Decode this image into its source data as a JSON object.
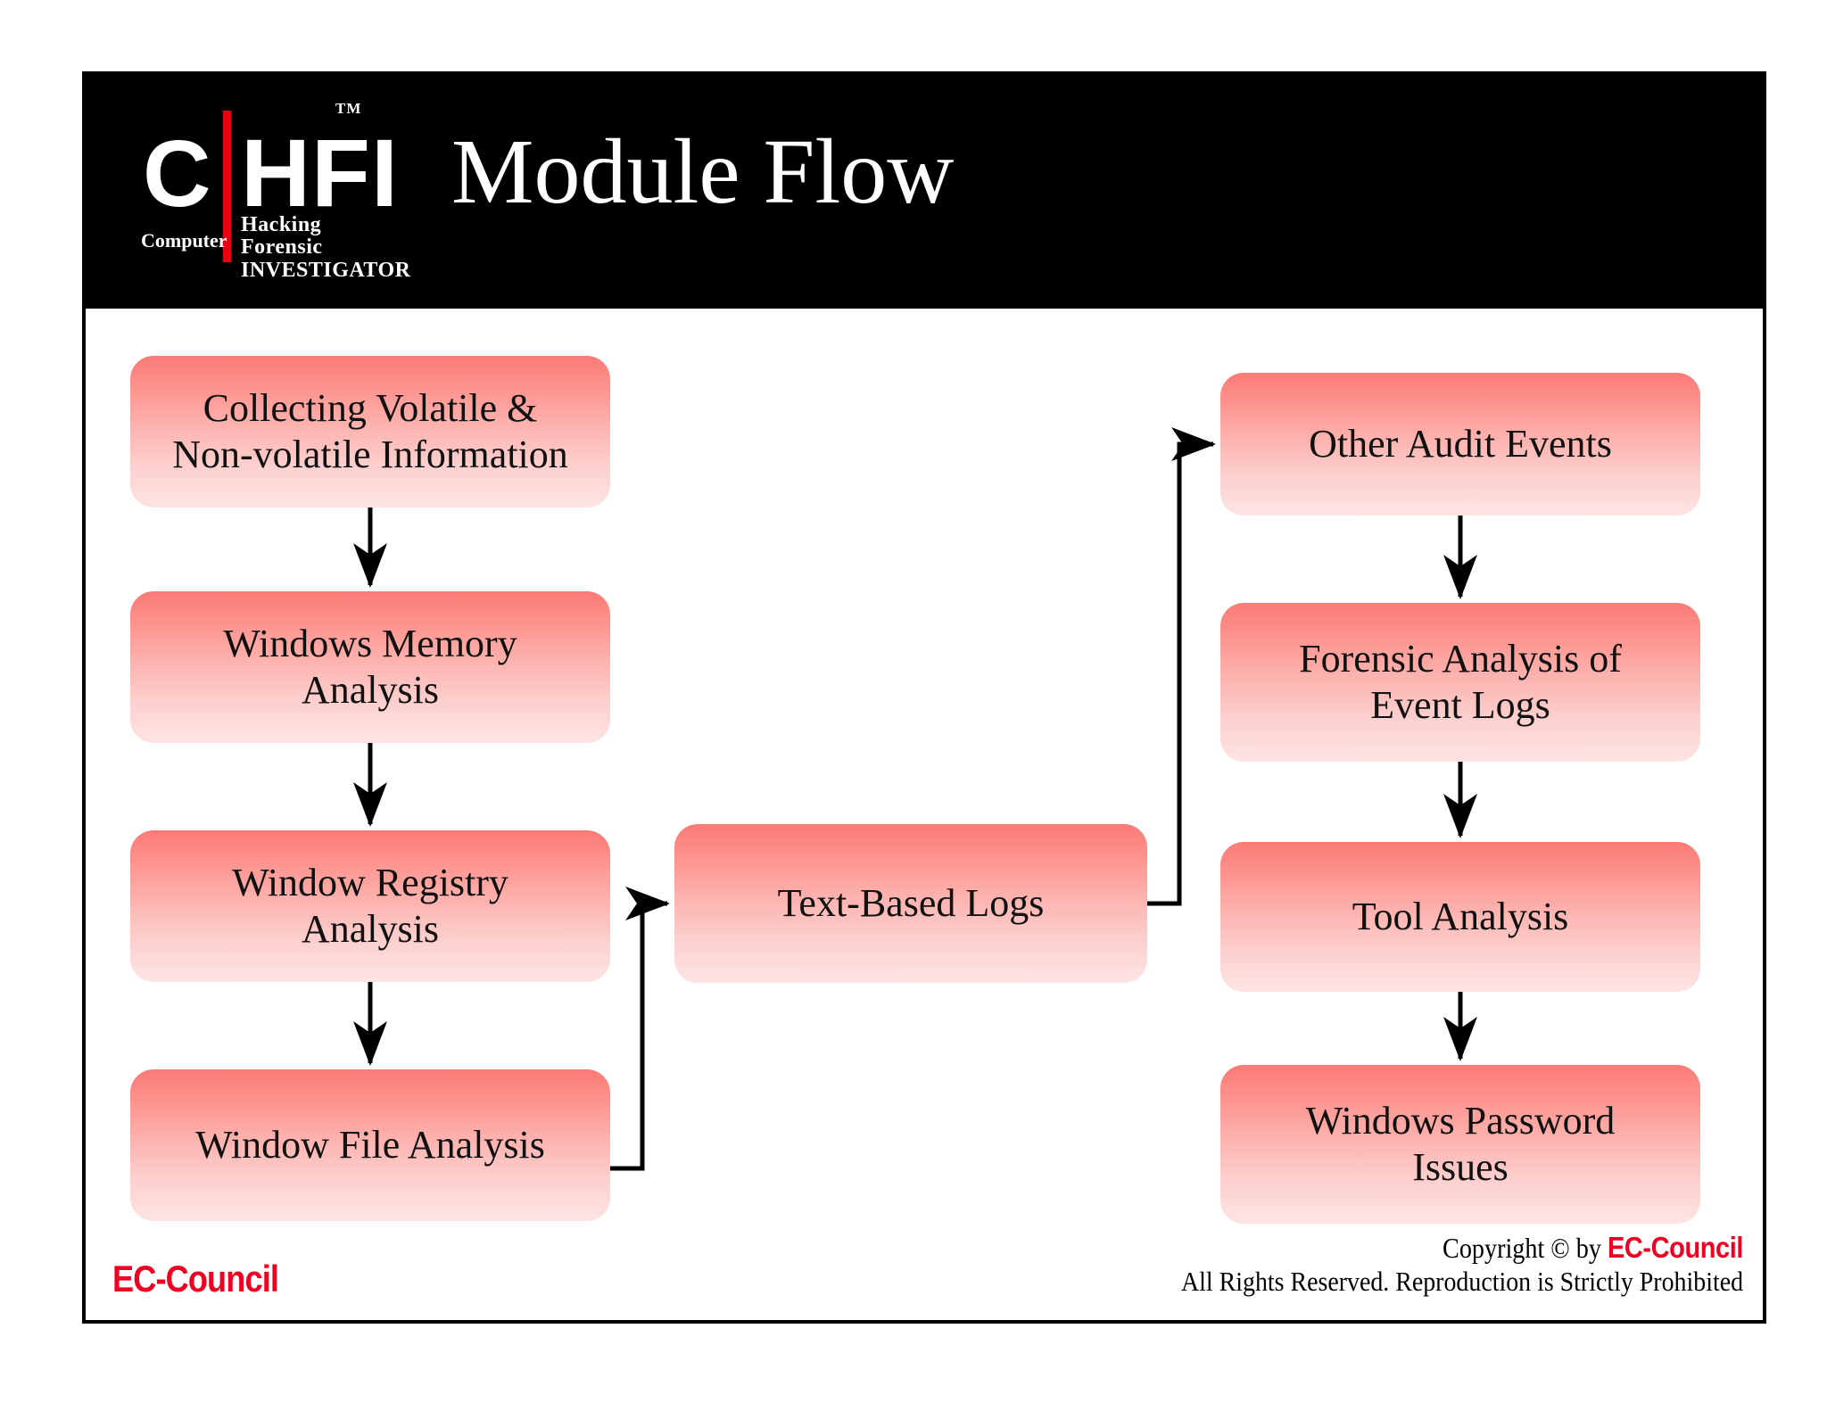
{
  "slide": {
    "title": "Module Flow",
    "background": "#ffffff",
    "header_background": "#000000",
    "accent_red": "#e60012",
    "node_gradient_top": "#fb7a75",
    "node_gradient_bottom": "#fde5e4"
  },
  "logo": {
    "letter_c": "C",
    "letters_hfi": "HFI",
    "trademark": "TM",
    "computer": "Computer",
    "hacking_forensic": "Hacking  Forensic",
    "investigator": "INVESTIGATOR"
  },
  "flow": {
    "nodes": [
      {
        "id": "collect",
        "label": "Collecting Volatile  &\nNon-volatile Information"
      },
      {
        "id": "memory",
        "label": "Windows Memory\nAnalysis"
      },
      {
        "id": "registry",
        "label": "Window Registry\nAnalysis"
      },
      {
        "id": "file",
        "label": "Window File Analysis"
      },
      {
        "id": "textlogs",
        "label": "Text-Based Logs"
      },
      {
        "id": "audit",
        "label": "Other Audit Events"
      },
      {
        "id": "forensic",
        "label": "Forensic Analysis of\nEvent Logs"
      },
      {
        "id": "tool",
        "label": "Tool Analysis"
      },
      {
        "id": "password",
        "label": "Windows Password\nIssues"
      }
    ],
    "edges": [
      {
        "from": "collect",
        "to": "memory",
        "style": "straight-down"
      },
      {
        "from": "memory",
        "to": "registry",
        "style": "straight-down"
      },
      {
        "from": "registry",
        "to": "file",
        "style": "straight-down"
      },
      {
        "from": "file",
        "to": "textlogs",
        "style": "elbow-right-up"
      },
      {
        "from": "textlogs",
        "to": "audit",
        "style": "elbow-right-up"
      },
      {
        "from": "audit",
        "to": "forensic",
        "style": "straight-down"
      },
      {
        "from": "forensic",
        "to": "tool",
        "style": "straight-down"
      },
      {
        "from": "tool",
        "to": "password",
        "style": "straight-down"
      }
    ]
  },
  "footer": {
    "brand": "EC-Council",
    "copyright_prefix": "Copyright ",
    "copyright_symbol": "©",
    "copyright_by": " by ",
    "copyright_brand": "EC-Council",
    "rights": "All Rights Reserved. Reproduction is Strictly Prohibited"
  }
}
